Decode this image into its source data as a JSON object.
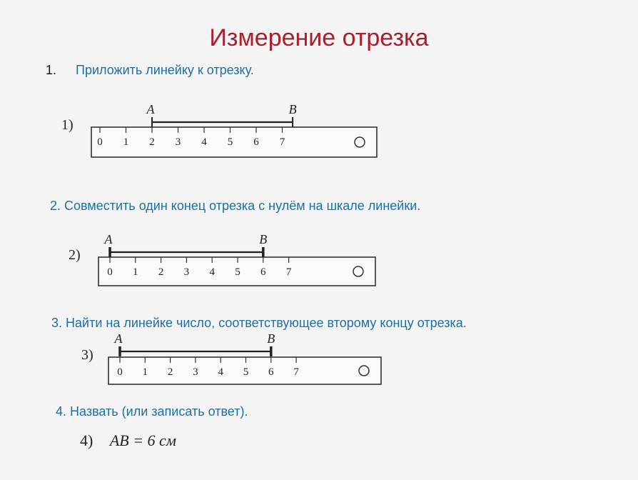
{
  "title": "Измерение отрезка",
  "steps": [
    {
      "num": "1.",
      "text": "Приложить линейку к отрезку."
    },
    {
      "text": "2. Совместить один конец отрезка с нулём на шкале линейки."
    },
    {
      "text": "3. Найти на линейке число, соответствующее второму концу отрезка."
    },
    {
      "text": "4. Назвать (или записать ответ)."
    }
  ],
  "figures": [
    {
      "label": "1)",
      "point_a": "A",
      "point_b": "B",
      "ticks": [
        "0",
        "1",
        "2",
        "3",
        "4",
        "5",
        "6",
        "7"
      ],
      "segment_from": 2,
      "segment_to": 7.4
    },
    {
      "label": "2)",
      "point_a": "A",
      "point_b": "B",
      "ticks": [
        "0",
        "1",
        "2",
        "3",
        "4",
        "5",
        "6",
        "7"
      ],
      "segment_from": 0,
      "segment_to": 6
    },
    {
      "label": "3)",
      "point_a": "A",
      "point_b": "B",
      "ticks": [
        "0",
        "1",
        "2",
        "3",
        "4",
        "5",
        "6",
        "7"
      ],
      "segment_from": 0,
      "segment_to": 6
    }
  ],
  "answer": {
    "label": "4)",
    "expression": "AB = 6 см"
  }
}
